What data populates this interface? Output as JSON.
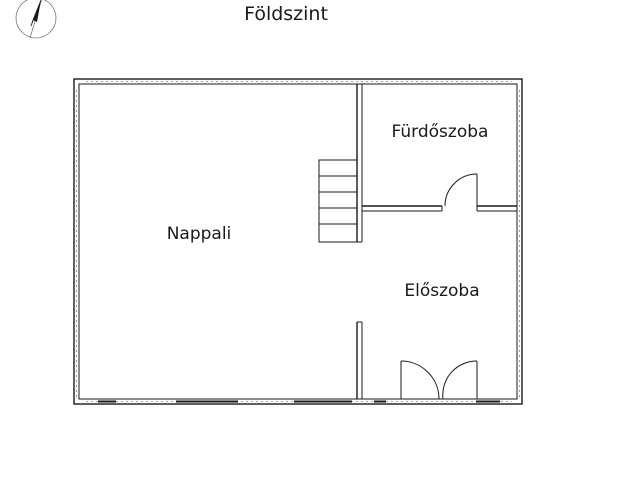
{
  "title": "Földszint",
  "compass": {
    "icon": "north-arrow-icon"
  },
  "rooms": [
    {
      "id": "living",
      "label": "Nappali"
    },
    {
      "id": "bathroom",
      "label": "Fürdőszoba"
    },
    {
      "id": "hall",
      "label": "Előszoba"
    }
  ],
  "colors": {
    "line": "#1a1a1a",
    "background": "#ffffff"
  }
}
